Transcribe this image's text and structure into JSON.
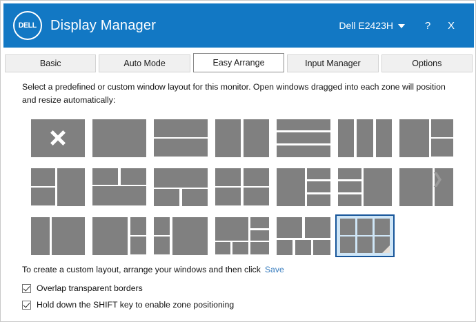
{
  "header": {
    "logo_text": "DELL",
    "app_title": "Display Manager",
    "monitor_label": "Dell E2423H",
    "help_label": "?",
    "close_label": "X",
    "accent_color": "#1278c4"
  },
  "tabs": [
    {
      "label": "Basic",
      "active": false
    },
    {
      "label": "Auto Mode",
      "active": false
    },
    {
      "label": "Easy Arrange",
      "active": true
    },
    {
      "label": "Input Manager",
      "active": false
    },
    {
      "label": "Options",
      "active": false
    }
  ],
  "description": "Select a predefined or custom window layout for this monitor.  Open windows dragged into each zone will position and resize automatically:",
  "layouts": {
    "pane_color": "#808080",
    "selected_index": 19,
    "next_arrow": "❯",
    "rows": [
      [
        {
          "name": "layout-none",
          "panes": [
            [
              0,
              0,
              100,
              100
            ]
          ],
          "x": true
        },
        {
          "name": "layout-single",
          "panes": [
            [
              0,
              0,
              100,
              100
            ]
          ]
        },
        {
          "name": "layout-two-rows",
          "panes": [
            [
              0,
              0,
              100,
              48
            ],
            [
              0,
              52,
              100,
              48
            ]
          ]
        },
        {
          "name": "layout-two-columns",
          "panes": [
            [
              0,
              0,
              48,
              100
            ],
            [
              52,
              0,
              48,
              100
            ]
          ]
        },
        {
          "name": "layout-three-rows",
          "panes": [
            [
              0,
              0,
              100,
              30
            ],
            [
              0,
              35,
              100,
              30
            ],
            [
              0,
              70,
              100,
              30
            ]
          ]
        },
        {
          "name": "layout-three-columns",
          "panes": [
            [
              0,
              0,
              30,
              100
            ],
            [
              35,
              0,
              30,
              100
            ],
            [
              70,
              0,
              30,
              100
            ]
          ]
        },
        {
          "name": "layout-left-big-two-right",
          "panes": [
            [
              0,
              0,
              55,
              100
            ],
            [
              59,
              0,
              41,
              48
            ],
            [
              59,
              52,
              41,
              48
            ]
          ]
        }
      ],
      [
        {
          "name": "layout-left-two-right-big",
          "panes": [
            [
              0,
              0,
              45,
              48
            ],
            [
              0,
              52,
              45,
              48
            ],
            [
              49,
              0,
              51,
              100
            ]
          ]
        },
        {
          "name": "layout-two-top-one-bottom",
          "panes": [
            [
              0,
              0,
              48,
              45
            ],
            [
              52,
              0,
              48,
              45
            ],
            [
              0,
              49,
              100,
              51
            ]
          ]
        },
        {
          "name": "layout-one-top-two-bottom",
          "panes": [
            [
              0,
              0,
              100,
              51
            ],
            [
              0,
              55,
              48,
              45
            ],
            [
              52,
              55,
              48,
              45
            ]
          ]
        },
        {
          "name": "layout-grid-2x2",
          "panes": [
            [
              0,
              0,
              48,
              48
            ],
            [
              52,
              0,
              48,
              48
            ],
            [
              0,
              52,
              48,
              48
            ],
            [
              52,
              52,
              48,
              48
            ]
          ]
        },
        {
          "name": "layout-left-big-three-right",
          "panes": [
            [
              0,
              0,
              52,
              100
            ],
            [
              56,
              0,
              44,
              30
            ],
            [
              56,
              35,
              44,
              30
            ],
            [
              56,
              70,
              44,
              30
            ]
          ]
        },
        {
          "name": "layout-three-left-right-big",
          "panes": [
            [
              0,
              0,
              44,
              30
            ],
            [
              0,
              35,
              44,
              30
            ],
            [
              0,
              70,
              44,
              30
            ],
            [
              48,
              0,
              52,
              100
            ]
          ]
        },
        {
          "name": "layout-wide-narrow-columns",
          "panes": [
            [
              0,
              0,
              62,
              100
            ],
            [
              66,
              0,
              34,
              100
            ]
          ]
        }
      ],
      [
        {
          "name": "layout-narrow-wide-columns",
          "panes": [
            [
              0,
              0,
              34,
              100
            ],
            [
              38,
              0,
              62,
              100
            ]
          ]
        },
        {
          "name": "layout-big-left-two-small-right",
          "panes": [
            [
              0,
              0,
              66,
              100
            ],
            [
              70,
              0,
              30,
              48
            ],
            [
              70,
              52,
              30,
              48
            ]
          ]
        },
        {
          "name": "layout-two-small-left-big-right",
          "panes": [
            [
              0,
              0,
              30,
              48
            ],
            [
              0,
              52,
              30,
              48
            ],
            [
              34,
              0,
              66,
              100
            ]
          ]
        },
        {
          "name": "layout-complex-four",
          "panes": [
            [
              0,
              0,
              62,
              62
            ],
            [
              66,
              0,
              34,
              30
            ],
            [
              66,
              35,
              34,
              27
            ],
            [
              0,
              66,
              28,
              34
            ],
            [
              32,
              66,
              30,
              34
            ],
            [
              66,
              66,
              34,
              34
            ]
          ]
        },
        {
          "name": "layout-two-top-three-bottom",
          "panes": [
            [
              0,
              0,
              48,
              56
            ],
            [
              52,
              0,
              48,
              56
            ],
            [
              0,
              60,
              30,
              40
            ],
            [
              34,
              60,
              30,
              40
            ],
            [
              68,
              60,
              32,
              40
            ]
          ]
        },
        {
          "name": "layout-grid-3x2",
          "panes": [
            [
              0,
              0,
              30,
              48
            ],
            [
              35,
              0,
              30,
              48
            ],
            [
              70,
              0,
              30,
              48
            ],
            [
              0,
              52,
              30,
              48
            ],
            [
              35,
              52,
              30,
              48
            ],
            [
              70,
              52,
              30,
              48
            ]
          ],
          "fold": true
        }
      ]
    ]
  },
  "footer": {
    "custom_text": "To create a custom layout, arrange your windows and then click",
    "save_label": "Save",
    "save_color": "#3a7ebf",
    "checkboxes": [
      {
        "label": "Overlap transparent borders",
        "checked": true
      },
      {
        "label": "Hold down the SHIFT key to enable zone positioning",
        "checked": true
      }
    ]
  }
}
